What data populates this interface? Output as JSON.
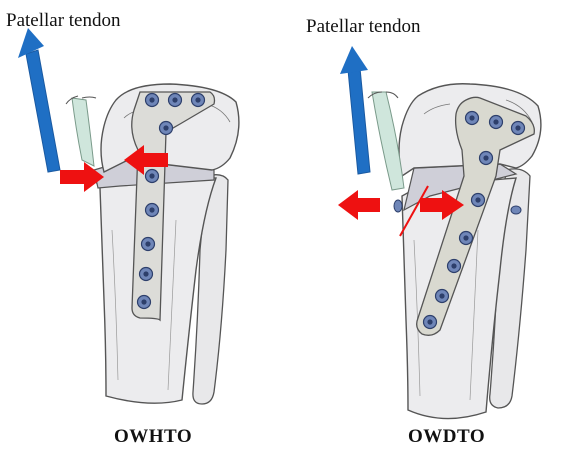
{
  "panels": [
    {
      "id": "owhto",
      "tendon_label": "Patellar tendon",
      "procedure_label": "OWHTO"
    },
    {
      "id": "owdto",
      "tendon_label": "Patellar tendon",
      "procedure_label": "OWDTO"
    }
  ],
  "colors": {
    "bone_fill": "#ececee",
    "bone_stroke": "#555555",
    "plate_fill": "#d9d9d0",
    "screw_fill": "#6f86b8",
    "screw_dark": "#2d3f6b",
    "tendon_fill": "#cfe6dc",
    "tendon_stroke": "#7a9a8a",
    "arrow_blue": "#1f6fc4",
    "arrow_red": "#ee1111",
    "gap_fill": "#cfcfd8"
  },
  "icons": [
    "blue-up-arrow",
    "red-right-arrow",
    "red-left-arrow",
    "screw-icon"
  ]
}
